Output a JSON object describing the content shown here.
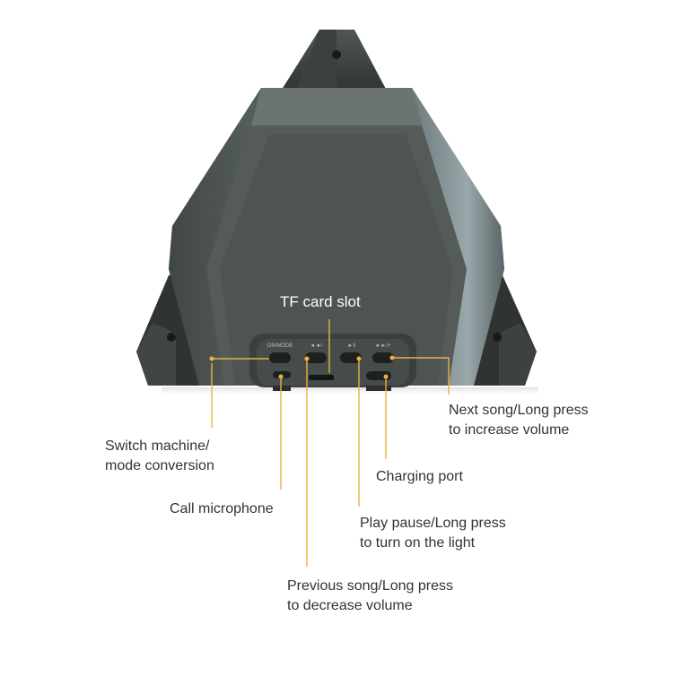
{
  "colors": {
    "background": "#ffffff",
    "speaker_body": "#4f5654",
    "speaker_dark": "#2e3331",
    "speaker_edge": "#8d9a9c",
    "callout_line": "#f0b040",
    "label_text": "#333333"
  },
  "speaker": {
    "buttons": [
      "ON/MODE",
      "◄◄/-",
      "►II",
      "►►/+"
    ]
  },
  "callouts": {
    "tf_card_slot": {
      "lines": [
        "TF card slot"
      ]
    },
    "switch_machine": {
      "lines": [
        "Switch machine/",
        "mode conversion"
      ]
    },
    "call_microphone": {
      "lines": [
        "Call microphone"
      ]
    },
    "previous_song": {
      "lines": [
        "Previous song/Long press",
        "to decrease volume"
      ]
    },
    "play_pause": {
      "lines": [
        "Play pause/Long press",
        "to turn on the light"
      ]
    },
    "charging_port": {
      "lines": [
        "Charging port"
      ]
    },
    "next_song": {
      "lines": [
        "Next song/Long press",
        "to increase volume"
      ]
    }
  }
}
